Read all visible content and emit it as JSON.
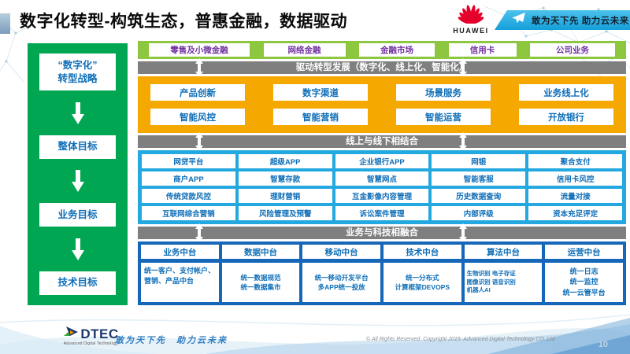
{
  "header": {
    "title": "数字化转型-构筑生态，普惠金融，数据驱动",
    "huawei_brand": "HUAWEI",
    "banner_slogan": "敢为天下先 助力云未来"
  },
  "strategy_flow": {
    "items": [
      "“数字化”\n转型战略",
      "整体目标",
      "业务目标",
      "技术目标"
    ]
  },
  "business_lines": [
    "零售及小微金融",
    "网络金融",
    "金融市场",
    "信用卡",
    "公司业务"
  ],
  "banners": {
    "drive": "驱动转型发展（数字化、线上化、智能化）",
    "online_offline": "线上与线下相结合",
    "tech_fusion": "业务与科技相融合"
  },
  "capabilities": {
    "rows": [
      [
        "产品创新",
        "数字渠道",
        "场景服务",
        "业务线上化"
      ],
      [
        "智能风控",
        "智能营销",
        "智能运营",
        "开放银行"
      ]
    ]
  },
  "applications": {
    "rows": [
      [
        "网贷平台",
        "超级APP",
        "企业银行APP",
        "网银",
        "聚合支付"
      ],
      [
        "商户APP",
        "智慧存款",
        "智慧网点",
        "智能客服",
        "信用卡风控"
      ],
      [
        "传统贷款风控",
        "理财营销",
        "互金影像内容管理",
        "历史数据查询",
        "流量对接"
      ],
      [
        "互联网综合营销",
        "风险管理及预警",
        "诉讼案件管理",
        "内部评级",
        "资本充足评定"
      ]
    ]
  },
  "platforms": {
    "columns": [
      {
        "title": "业务中台",
        "detail": "统一客户、支付帐户、营销、产品中台"
      },
      {
        "title": "数据中台",
        "detail": "统一数据规范\n统一数据集市"
      },
      {
        "title": "移动中台",
        "detail": "统一移动开发平台\n多APP统一投放"
      },
      {
        "title": "技术中台",
        "detail": "统一分布式\n计算框架DEVOPS"
      },
      {
        "title": "算法中台",
        "detail": "生物识别 电子存证\n图像识别 语音识别\n机器人AI"
      },
      {
        "title": "运营中台",
        "detail": "统一日志\n统一监控\n统一云管平台"
      }
    ]
  },
  "footer": {
    "dtec_brand": "DTEC",
    "dtec_sub": "Advanced Digital Technology",
    "slogan": "敢为天下先　助力云未来",
    "copyright": "© All Rights Reserved. Copyright 2019. Advanced Digital Technology CO.,Ltd",
    "page_number": "10"
  },
  "icons": {
    "huawei_flower_icon": "red 8-petal fan (svg)",
    "paper_plane_icon": "white paper plane (svg)",
    "down_arrow_icon": "white down arrow (svg)",
    "double_vertical_arrow_icon": "white up-down arrow (svg)",
    "dtec_arrow_icon": "tri-color arrow mark (svg)"
  },
  "colors": {
    "sidebar_green": "#00A651",
    "business_banner_green": "#8DC63F",
    "banner_gray": "#7F7F7F",
    "gold": "#F5A800",
    "cyan_blue": "#24A8E0",
    "dark_blue": "#1667B8",
    "text_blue": "#0E6EB8",
    "text_purple": "#7030A0",
    "huawei_red": "#E4002B",
    "header_banner_cyan": "#2BAAE2"
  }
}
